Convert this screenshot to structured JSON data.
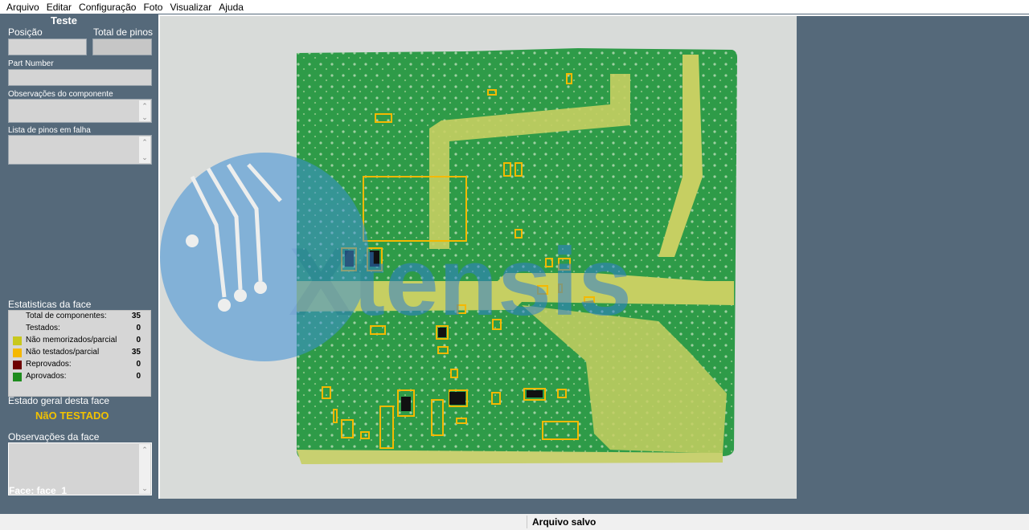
{
  "menu": [
    "Arquivo",
    "Editar",
    "Configuração",
    "Foto",
    "Visualizar",
    "Ajuda"
  ],
  "sidebar": {
    "title": "Teste",
    "position_label": "Posição",
    "total_pins_label": "Total de pinos",
    "part_number_label": "Part Number",
    "component_notes_label": "Observações do componente",
    "failed_pins_label": "Lista de pinos em falha",
    "stats_title": "Estatisticas da face",
    "stats": {
      "total_label": "Total de componentes:",
      "total_value": "35",
      "tested_label": "Testados:",
      "tested_value": "0",
      "not_memorized_label": "Não memorizados/parcial",
      "not_memorized_value": "0",
      "not_tested_label": "Não testados/parcial",
      "not_tested_value": "35",
      "failed_label": "Reprovados:",
      "failed_value": "0",
      "approved_label": "Aprovados:",
      "approved_value": "0"
    },
    "colors": {
      "not_memorized": "#c8c81e",
      "not_tested": "#f5b800",
      "failed": "#6e0000",
      "approved": "#1e8c1e"
    },
    "general_state_label": "Estado geral desta face",
    "general_state_value": "NãO TESTADO",
    "face_notes_label": "Observações da face",
    "face_name": "Face: face_1"
  },
  "watermark_text": "Xtensis",
  "status_bar": {
    "message": "Arquivo salvo"
  }
}
